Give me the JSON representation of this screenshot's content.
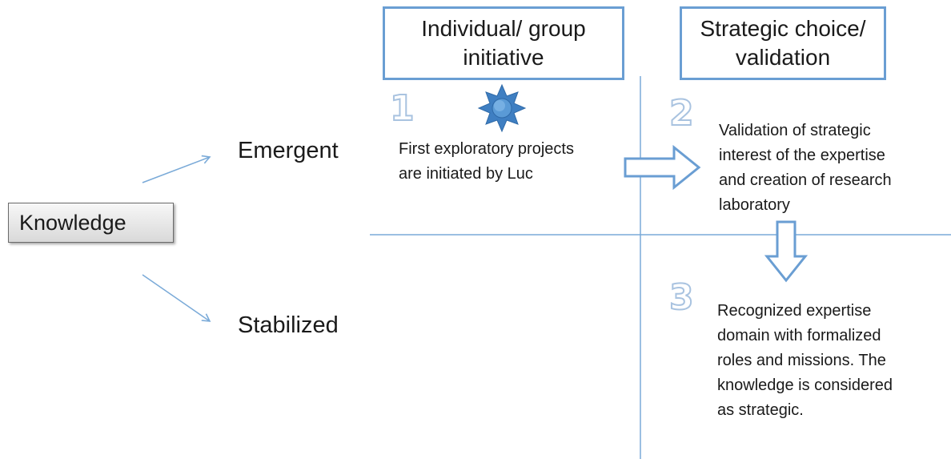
{
  "root": {
    "label": "Knowledge"
  },
  "branches": {
    "emergent": "Emergent",
    "stabilized": "Stabilized"
  },
  "columns": {
    "col1": {
      "line1": "Individual/ group",
      "line2": "initiative"
    },
    "col2": {
      "line1": "Strategic choice/",
      "line2": "validation"
    }
  },
  "steps": [
    {
      "number": "1",
      "lines": [
        "First exploratory projects",
        "are initiated by Luc"
      ]
    },
    {
      "number": "2",
      "lines": [
        "Validation of strategic",
        "interest of the expertise",
        "and creation of research",
        "laboratory"
      ]
    },
    {
      "number": "3",
      "lines": [
        "Recognized expertise",
        "domain with formalized",
        "roles and missions. The",
        "knowledge is considered",
        "as strategic."
      ]
    }
  ],
  "colors": {
    "accent": "#6a9ed3",
    "line": "#7aaad8",
    "star": "#4a88c7"
  }
}
